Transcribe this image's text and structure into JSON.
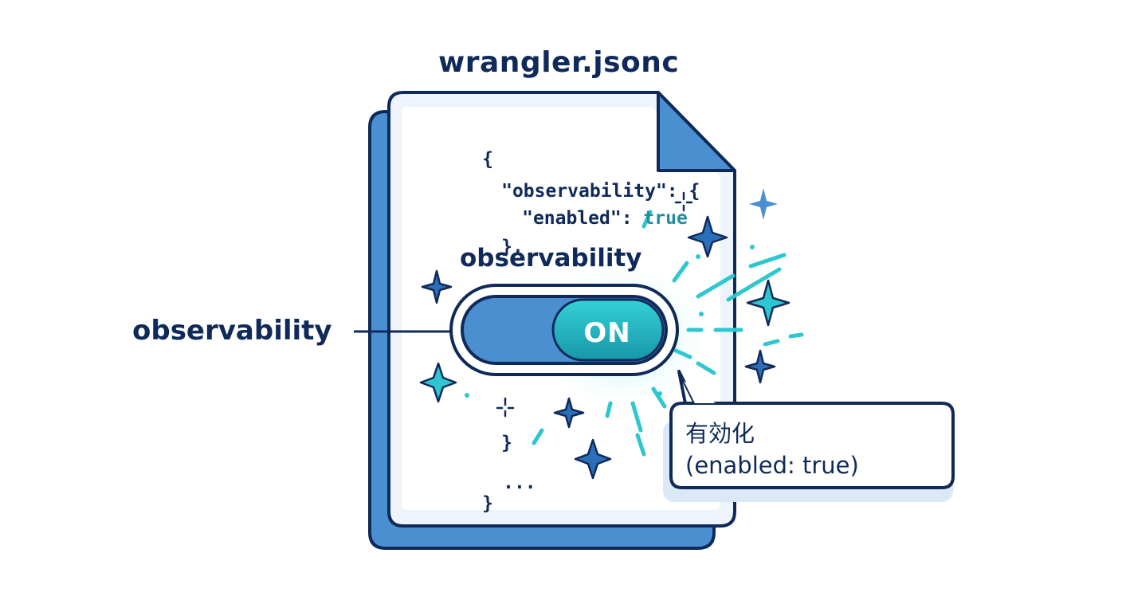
{
  "file": {
    "title": "wrangler.jsonc",
    "code_lines": [
      {
        "text": "{",
        "value": ""
      },
      {
        "text": "\"observability\": {",
        "value": ""
      },
      {
        "text": "\"enabled\": ",
        "value": "true"
      },
      {
        "text": "},",
        "value": ""
      },
      {
        "text": "}",
        "value": ""
      },
      {
        "text": "...",
        "value": ""
      },
      {
        "text": "}",
        "value": ""
      }
    ]
  },
  "toggle": {
    "label_top": "observability",
    "label_left": "observability",
    "state_text": "ON",
    "state": "on"
  },
  "callout": {
    "line1": "有効化",
    "line2": "(enabled: true)"
  },
  "colors": {
    "navy": "#0f2a5a",
    "blue": "#4a8fd0",
    "teal": "#2ec7cf",
    "pale": "#eef4fb"
  }
}
